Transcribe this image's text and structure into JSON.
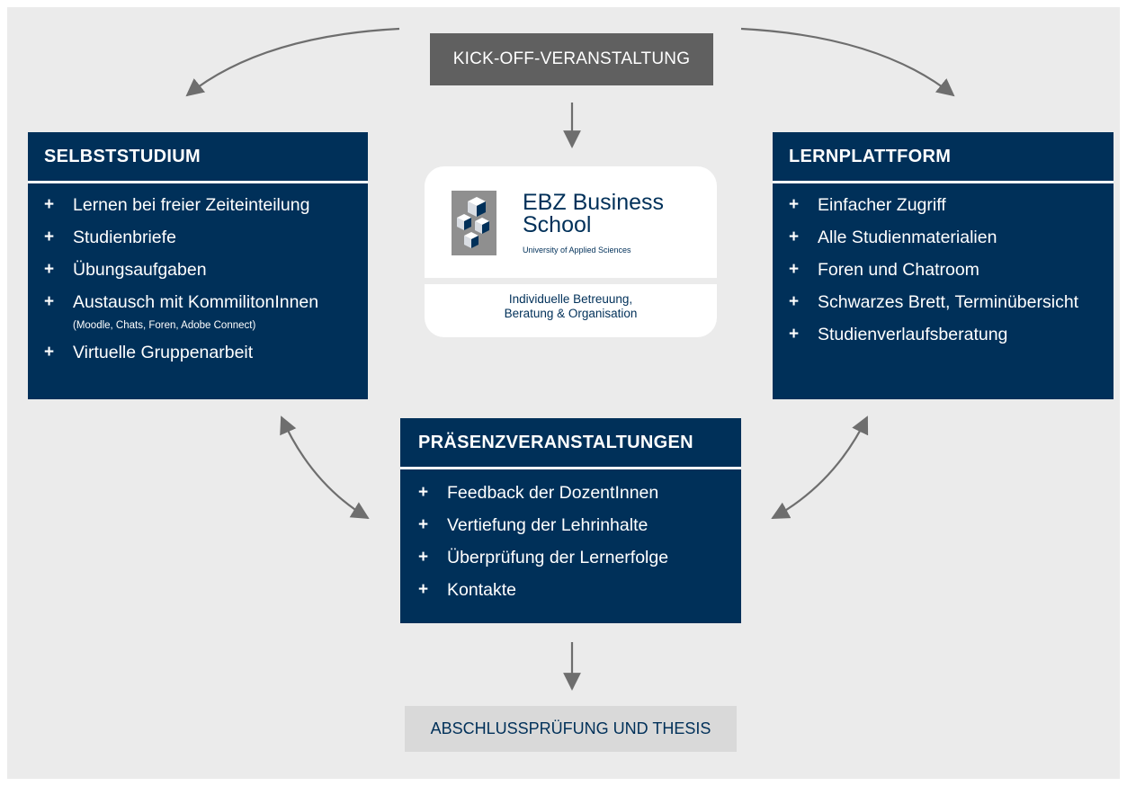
{
  "kickoff": {
    "label": "KICK-OFF-VERANSTALTUNG"
  },
  "selbststudium": {
    "title": "SELBSTSTUDIUM",
    "items": [
      "Lernen bei freier Zeiteinteilung",
      "Studienbriefe",
      "Übungsaufgaben",
      "Austausch mit KommilitonInnen"
    ],
    "note": "(Moodle, Chats, Foren, Adobe Connect)",
    "last_item": "Virtuelle Gruppenarbeit"
  },
  "lernplattform": {
    "title": "LERNPLATTFORM",
    "items": [
      "Einfacher Zugriff",
      "Alle Studienmaterialien",
      "Foren und Chatroom",
      "Schwarzes Brett, Terminübersicht",
      "Studienverlaufsberatung"
    ]
  },
  "logo_card": {
    "logo_line1": "EBZ Business",
    "logo_line2": "School",
    "logo_sub": "University of Applied Sciences",
    "caption_line1": "Individuelle Betreuung,",
    "caption_line2": "Beratung & Organisation"
  },
  "praesenz": {
    "title": "PRÄSENZVERANSTALTUNGEN",
    "items": [
      "Feedback der DozentInnen",
      "Vertiefung der Lehrinhalte",
      "Überprüfung der Lernerfolge",
      "Kontakte"
    ]
  },
  "final": {
    "label": "ABSCHLUSSPRÜFUNG UND THESIS"
  },
  "bullet": "+",
  "colors": {
    "navy": "#003059",
    "kickoff_gray": "#606060",
    "background": "#ebebeb",
    "final_gray": "#d9d9d9",
    "arrow": "#6e6e6e"
  }
}
